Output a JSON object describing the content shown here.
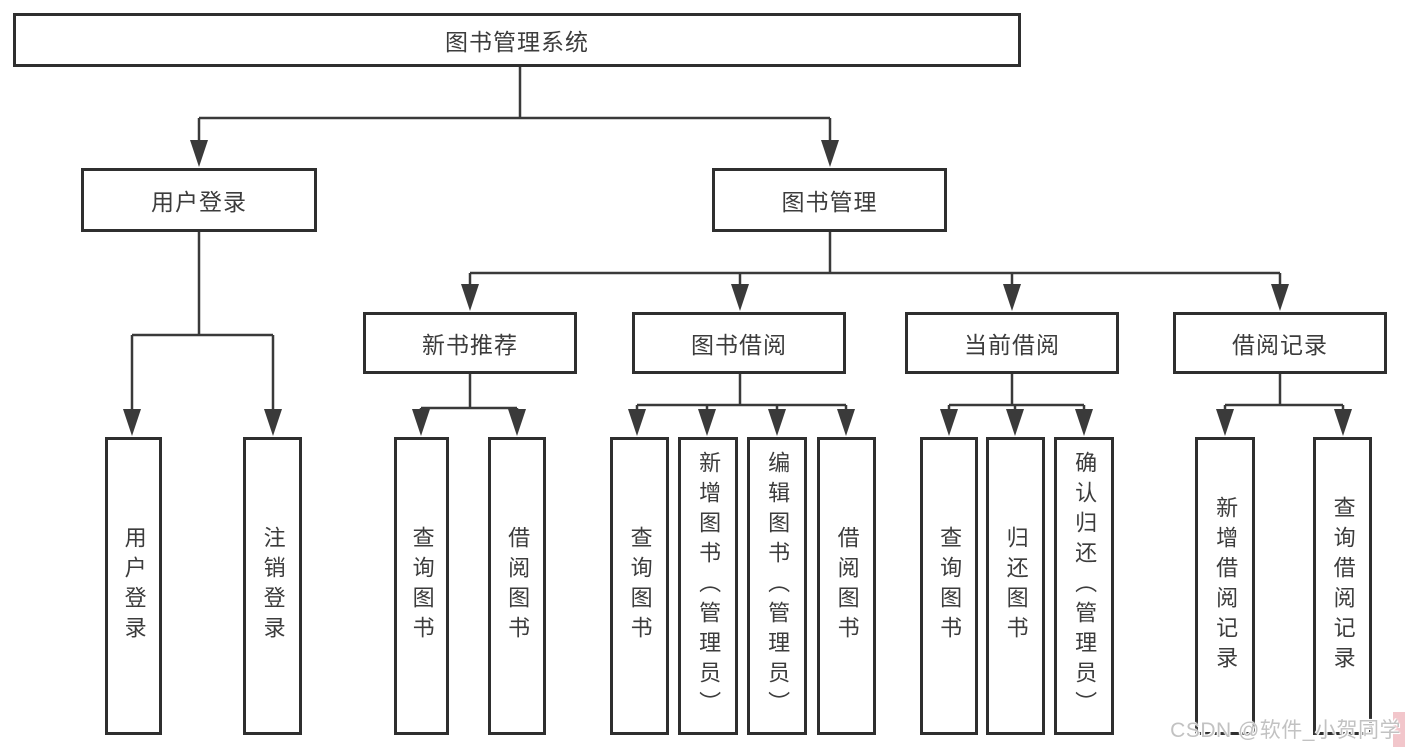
{
  "diagram_type": "hierarchy-tree",
  "tree": {
    "label": "图书管理系统",
    "children": [
      {
        "label": "用户登录",
        "children": [
          {
            "label": "用户登录"
          },
          {
            "label": "注销登录"
          }
        ]
      },
      {
        "label": "图书管理",
        "children": [
          {
            "label": "新书推荐",
            "children": [
              {
                "label": "查询图书"
              },
              {
                "label": "借阅图书"
              }
            ]
          },
          {
            "label": "图书借阅",
            "children": [
              {
                "label": "查询图书"
              },
              {
                "label": "新增图书（管理员）"
              },
              {
                "label": "编辑图书（管理员）"
              },
              {
                "label": "借阅图书"
              }
            ]
          },
          {
            "label": "当前借阅",
            "children": [
              {
                "label": "查询图书"
              },
              {
                "label": "归还图书"
              },
              {
                "label": "确认归还（管理员）"
              }
            ]
          },
          {
            "label": "借阅记录",
            "children": [
              {
                "label": "新增借阅记录"
              },
              {
                "label": "查询借阅记录"
              }
            ]
          }
        ]
      }
    ]
  },
  "watermark": {
    "text": "CSDN @软件_小贺同学"
  },
  "colors": {
    "background": "#ffffff",
    "box_border": "#2f2f2f",
    "line": "#3a3a3a",
    "text": "#3c3c3c",
    "watermark": "#c2c2c2",
    "watermark_accent": "#f0bcc2"
  }
}
